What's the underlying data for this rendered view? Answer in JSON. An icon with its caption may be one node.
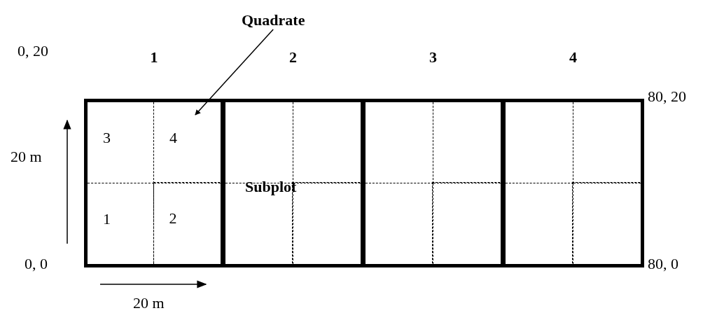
{
  "diagram": {
    "nodes": [
      {
        "text": [
          "Quadrate"
        ]
      },
      {
        "text": [
          "1"
        ]
      },
      {
        "text": [
          "3"
        ],
        "in": 1
      },
      {
        "text": [
          "4"
        ],
        "in": 1
      },
      {
        "text": [
          "1"
        ],
        "in": 1
      },
      {
        "text": [
          "2"
        ],
        "in": 1
      },
      {
        "text": [
          "2"
        ]
      },
      {
        "text": [],
        "shape": "box",
        "in": 6
      },
      {
        "text": [],
        "shape": "box",
        "in": 6
      },
      {
        "text": [],
        "shape": "box",
        "in": 6
      },
      {
        "text": [],
        "shape": "box",
        "in": 6
      },
      {
        "text": [
          "3"
        ]
      },
      {
        "text": [],
        "shape": "box",
        "in": 11
      },
      {
        "text": [],
        "shape": "box",
        "in": 11
      },
      {
        "text": [],
        "shape": "box",
        "in": 11
      },
      {
        "text": [],
        "shape": "box",
        "in": 11
      },
      {
        "text": [
          "4"
        ]
      },
      {
        "text": [],
        "shape": "box",
        "in": 16
      },
      {
        "text": [],
        "shape": "box",
        "in": 16
      },
      {
        "text": [],
        "shape": "box",
        "in": 16
      },
      {
        "text": [],
        "shape": "box",
        "in": 16
      }
    ],
    "edges": [
      {
        "from": 0,
        "to": 3,
        "arrow": "to"
      }
    ],
    "labels": [
      "0, 20",
      "80, 20",
      "20 m",
      "Subplot",
      "0, 0",
      "80, 0",
      "20 m"
    ]
  }
}
